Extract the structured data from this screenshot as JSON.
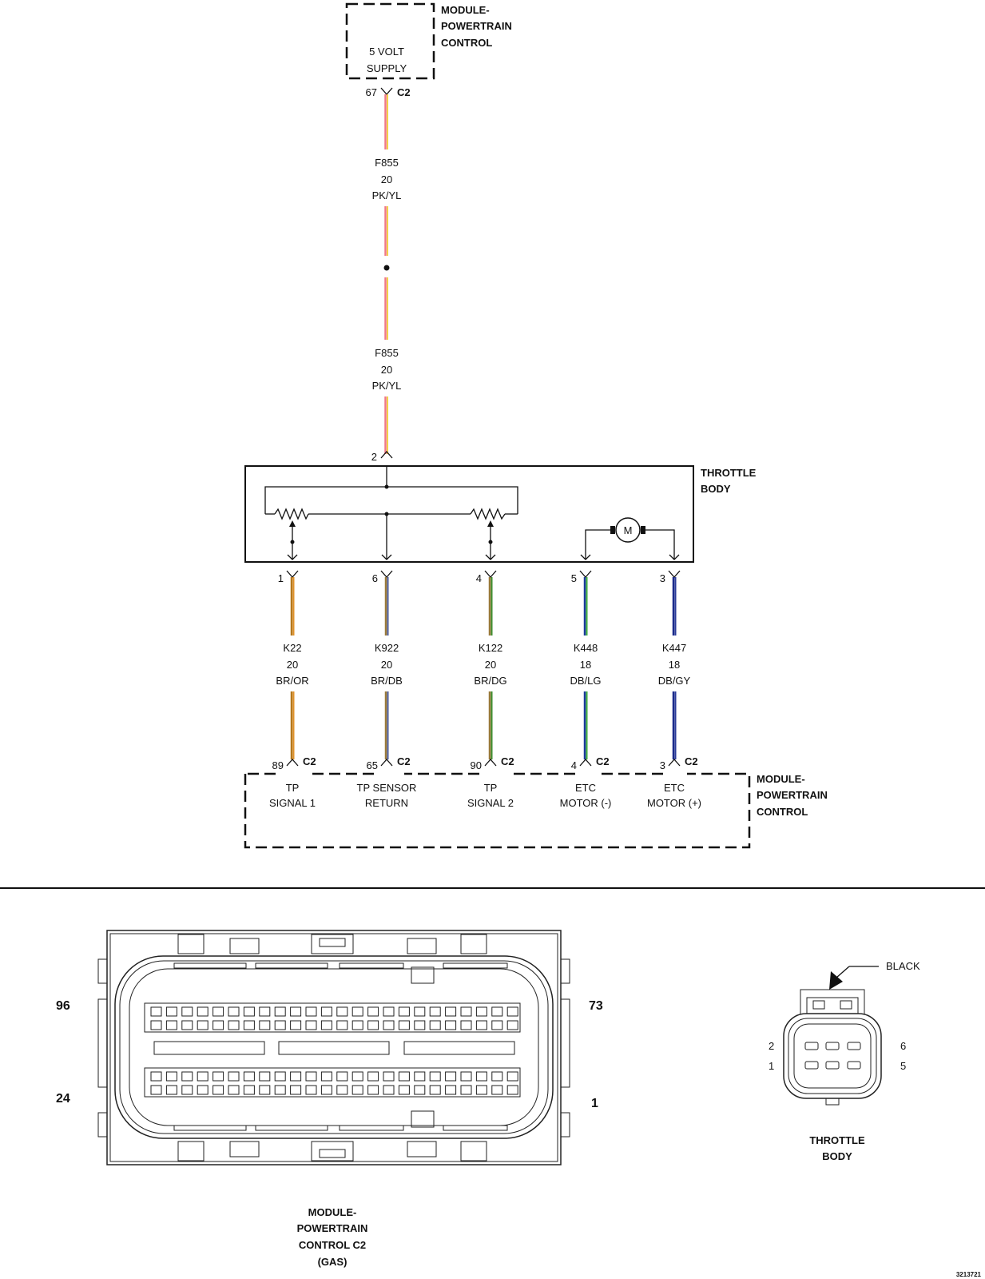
{
  "top_pcm": {
    "name_lines": [
      "MODULE-",
      "POWERTRAIN",
      "CONTROL"
    ],
    "supply_lines": [
      "5 VOLT",
      "SUPPLY"
    ],
    "pin": "67",
    "connector": "C2"
  },
  "f855_upper": {
    "circuit": "F855",
    "gauge": "20",
    "color": "PK/YL"
  },
  "f855_lower": {
    "circuit": "F855",
    "gauge": "20",
    "color": "PK/YL"
  },
  "throttle_body": {
    "name_lines": [
      "THROTTLE",
      "BODY"
    ],
    "supply_pin": "2",
    "motor_label": "M"
  },
  "wires": [
    {
      "tb_pin": "1",
      "circuit": "K22",
      "gauge": "20",
      "color": "BR/OR",
      "pcm_pin": "89",
      "connector": "C2",
      "function_lines": [
        "TP",
        "SIGNAL 1"
      ],
      "stripe_a": "#b5781c",
      "stripe_b": "#e0922a"
    },
    {
      "tb_pin": "6",
      "circuit": "K922",
      "gauge": "20",
      "color": "BR/DB",
      "pcm_pin": "65",
      "connector": "C2",
      "function_lines": [
        "TP SENSOR",
        "RETURN"
      ],
      "stripe_a": "#9a7a3a",
      "stripe_b": "#4a5a9a"
    },
    {
      "tb_pin": "4",
      "circuit": "K122",
      "gauge": "20",
      "color": "BR/DG",
      "pcm_pin": "90",
      "connector": "C2",
      "function_lines": [
        "TP",
        "SIGNAL 2"
      ],
      "stripe_a": "#9a7a3a",
      "stripe_b": "#3a8a2a"
    },
    {
      "tb_pin": "5",
      "circuit": "K448",
      "gauge": "18",
      "color": "DB/LG",
      "pcm_pin": "4",
      "connector": "C2",
      "function_lines": [
        "ETC",
        "MOTOR (-)"
      ],
      "stripe_a": "#1a3a9a",
      "stripe_b": "#3aaa3a"
    },
    {
      "tb_pin": "3",
      "circuit": "K447",
      "gauge": "18",
      "color": "DB/GY",
      "pcm_pin": "3",
      "connector": "C2",
      "function_lines": [
        "ETC",
        "MOTOR (+)"
      ],
      "stripe_a": "#1a2a8a",
      "stripe_b": "#2a3a9a"
    }
  ],
  "bottom_pcm": {
    "name_lines": [
      "MODULE-",
      "POWERTRAIN",
      "CONTROL"
    ]
  },
  "pcm_connector": {
    "pin_labels": {
      "top_left": "96",
      "bottom_left": "24",
      "top_right": "73",
      "bottom_right": "1"
    },
    "caption_lines": [
      "MODULE-",
      "POWERTRAIN",
      "CONTROL C2",
      "(GAS)"
    ]
  },
  "tb_connector": {
    "color_label": "BLACK",
    "pin_labels": {
      "upper_left": "2",
      "lower_left": "1",
      "upper_right": "6",
      "lower_right": "5"
    },
    "caption_lines": [
      "THROTTLE",
      "BODY"
    ]
  },
  "figure_id": "3213721",
  "colors": {
    "pink": "#f07a8a",
    "yellow": "#f2d04a"
  }
}
